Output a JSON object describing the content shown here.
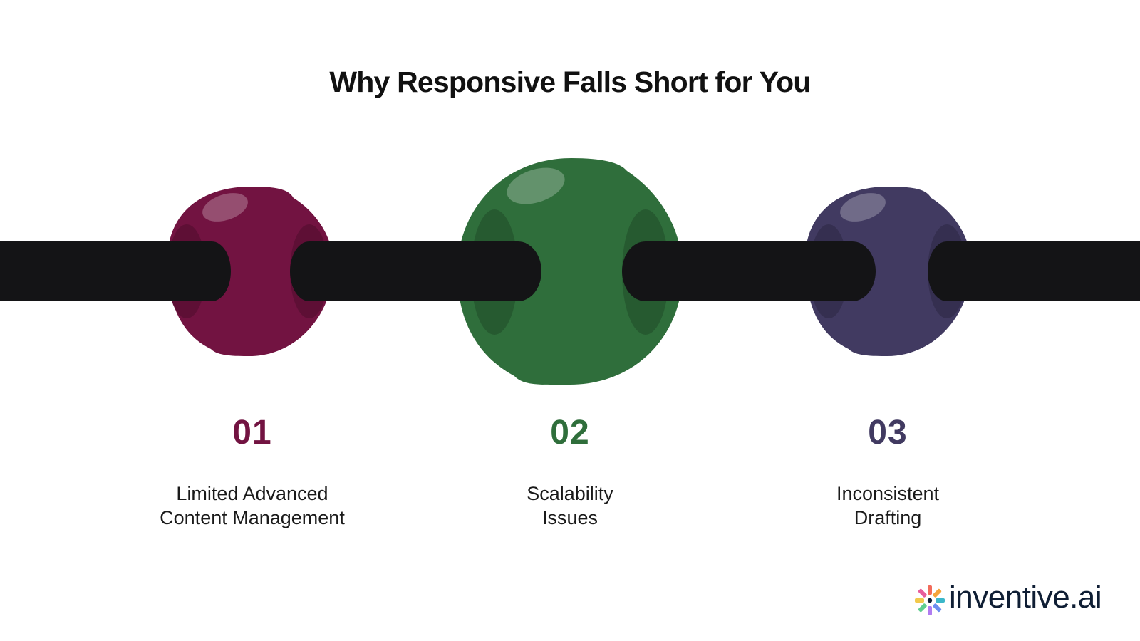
{
  "title": "Why Responsive Falls Short for You",
  "steps": [
    {
      "number": "01",
      "line1": "Limited Advanced",
      "line2": "Content Management",
      "color": "#721341",
      "hole": "#5e0f35"
    },
    {
      "number": "02",
      "line1": "Scalability",
      "line2": "Issues",
      "color": "#2f6e3b",
      "hole": "#265a30"
    },
    {
      "number": "03",
      "line1": "Inconsistent",
      "line2": "Drafting",
      "color": "#413a61",
      "hole": "#352f50"
    }
  ],
  "bar_color": "#141416",
  "brand": {
    "name": "inventive.ai",
    "icon": "sparkle-logo-icon",
    "colors": [
      "#f26b5b",
      "#f4a53a",
      "#3bb7c9",
      "#6c8ef0",
      "#b07cf0",
      "#5fcf8f",
      "#f2c94c",
      "#e85d9c"
    ]
  }
}
